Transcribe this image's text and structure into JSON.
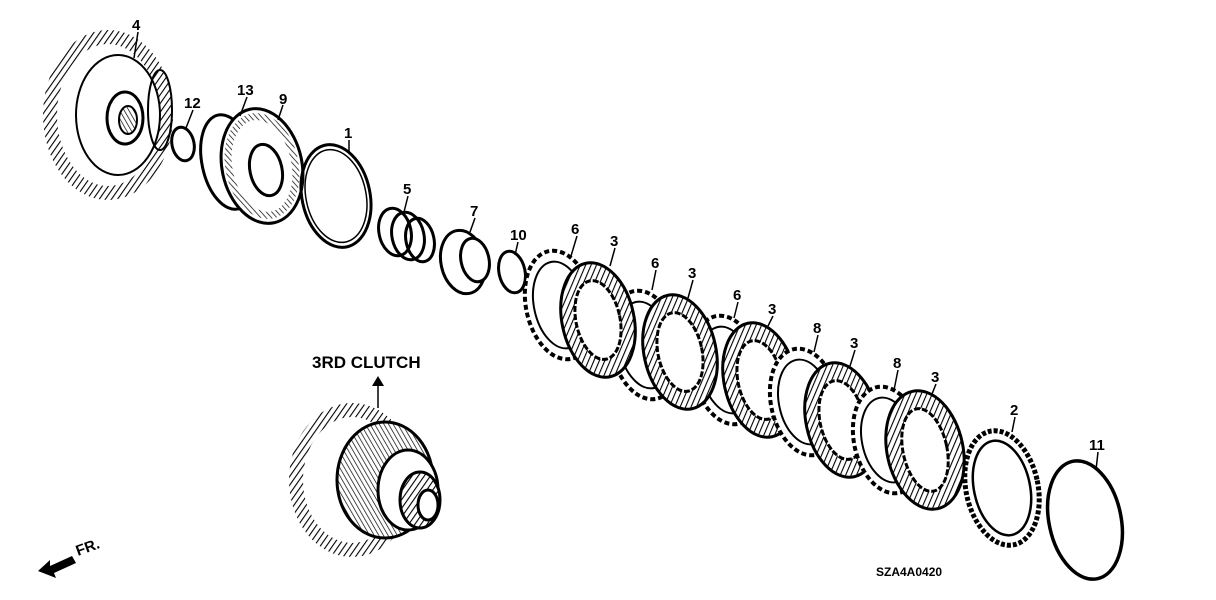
{
  "labels": {
    "callouts": [
      "4",
      "12",
      "13",
      "9",
      "1",
      "5",
      "7",
      "10",
      "6",
      "3",
      "6",
      "3",
      "6",
      "3",
      "8",
      "3",
      "8",
      "3",
      "2",
      "11"
    ],
    "assembly_title": "3RD CLUTCH",
    "diagram_code": "SZA4A0420",
    "direction": "FR."
  },
  "icons": {
    "direction_arrow": "front-direction-arrow-icon"
  },
  "colors": {
    "line": "#000000",
    "background": "#ffffff"
  }
}
